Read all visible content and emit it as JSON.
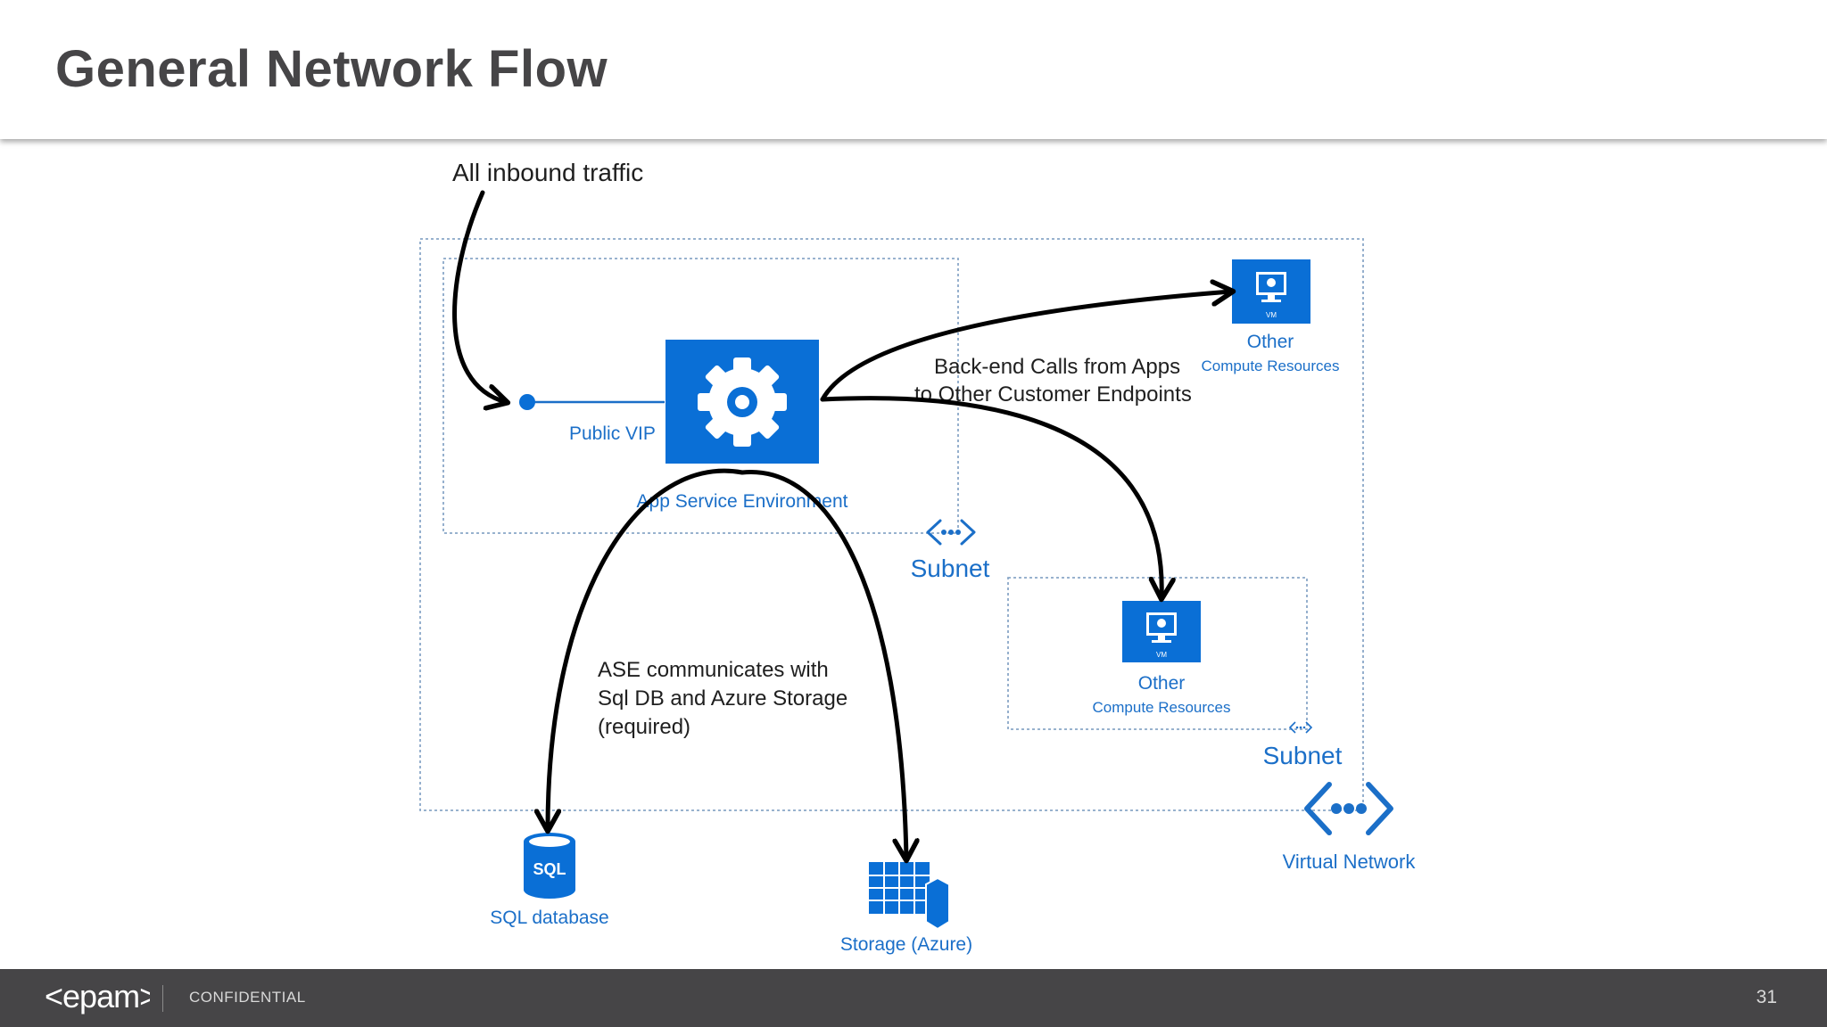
{
  "slide": {
    "title": "General Network Flow",
    "footer": {
      "brand": "<epam>",
      "confidential": "CONFIDENTIAL",
      "page_number": "31"
    }
  },
  "diagram": {
    "annotations": {
      "inbound": "All inbound traffic",
      "backend_line1": "Back-end Calls from Apps",
      "backend_line2": "to Other Customer Endpoints",
      "ase_line1": "ASE communicates with",
      "ase_line2": "Sql DB and Azure Storage",
      "ase_line3": "(required)"
    },
    "nodes": {
      "public_vip": "Public VIP",
      "app_service_environment": "App Service Environment",
      "subnet_ase": "Subnet",
      "other_compute_top_line1": "Other",
      "other_compute_top_line2": "Compute Resources",
      "vm_badge_top": "VM",
      "other_compute_mid_line1": "Other",
      "other_compute_mid_line2": "Compute Resources",
      "vm_badge_mid": "VM",
      "subnet_compute": "Subnet",
      "virtual_network": "Virtual Network",
      "sql_badge": "SQL",
      "sql_database": "SQL database",
      "storage": "Storage (Azure)"
    },
    "colors": {
      "azure_blue": "#0a6fd6",
      "label_blue": "#1b6fc8",
      "arrow": "#000000",
      "header_text": "#464547",
      "footer_bg": "#464547"
    }
  }
}
